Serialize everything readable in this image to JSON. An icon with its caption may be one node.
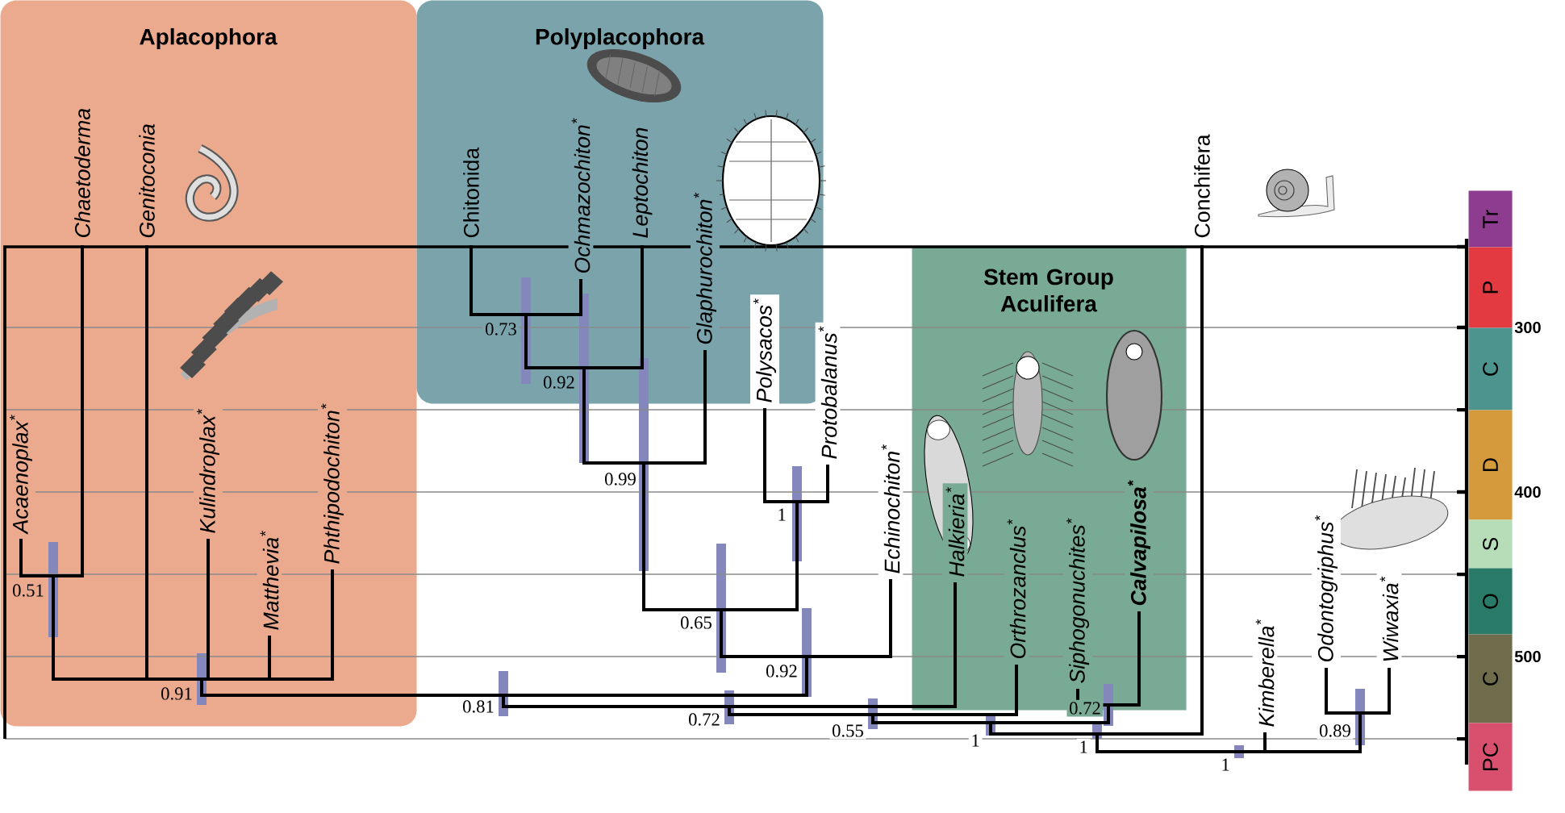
{
  "diagram": {
    "nodes": [
      {
        "text": [
          "Aplacophora"
        ]
      },
      {
        "text": [
          "Polyplacophora"
        ]
      },
      {
        "text": [
          "Stem Group Aculifera"
        ]
      },
      {
        "text": [
          "Tr"
        ]
      },
      {
        "text": [
          "P"
        ]
      },
      {
        "text": [
          "C"
        ]
      },
      {
        "text": [
          "D"
        ]
      },
      {
        "text": [
          "S"
        ]
      },
      {
        "text": [
          "O"
        ]
      },
      {
        "text": [
          "C"
        ]
      },
      {
        "text": [
          "PC"
        ]
      }
    ],
    "labels": [
      "Chaetoderma",
      "Genitoconia",
      "Chitonida",
      "Ochmazochiton$^{*}$",
      "Leptochiton",
      "Glaphurochiton$^{*}$",
      "Polysacos$^{*}$",
      "Protobalanus$^{*}$",
      "Conchifera",
      "Acaenoplax$^{*}$",
      "Kulindroplax$^{*}$",
      "Matthevia$^{*}$",
      "Phthipodochiton$^{*}$",
      "Echinochiton$^{*}$",
      "Halkieria$^{*}$",
      "Orthrozanclus$^{*}$",
      "Siphogonuchites$^{*}$",
      "Calvapilosa$^{*}$",
      "Odontogriphus$^{*}$",
      "Wiwaxia$^{*}$",
      "Kimberella$^{*}$",
      "0.73",
      "0.92",
      "0.99",
      "1",
      "0.51",
      "0.65",
      "0.92",
      "0.91",
      "0.81",
      "0.72",
      "0.55",
      "1",
      "0.72",
      "1",
      "1",
      "0.89",
      "300",
      "400",
      "500"
    ]
  }
}
